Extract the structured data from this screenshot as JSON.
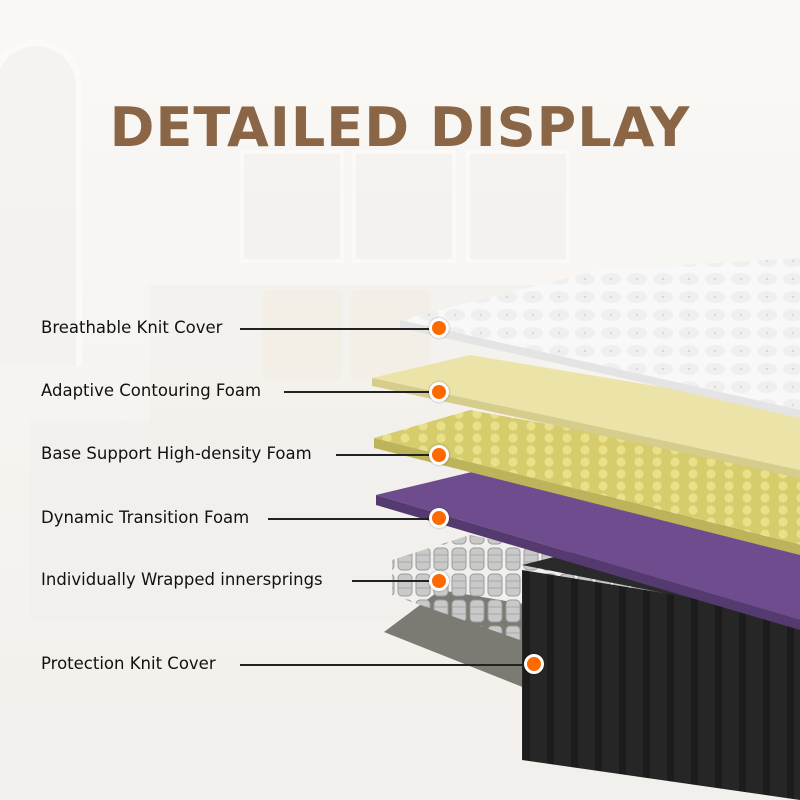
{
  "title": "DETAILED DISPLAY",
  "colors": {
    "title": "#8b6646",
    "marker": "#ff6a00",
    "knit_cover": "#f7f7f7",
    "contouring_foam": "#e9dfa2",
    "high_density_foam": "#d8cf72",
    "transition_foam": "#6e4c8e",
    "base": "#1e1e1e",
    "bottom_cover": "#7a7a72"
  },
  "layers": [
    {
      "label": "Breathable Knit Cover",
      "icon": "orange-dot-marker"
    },
    {
      "label": "Adaptive Contouring Foam",
      "icon": "orange-dot-marker"
    },
    {
      "label": "Base Support High-density Foam",
      "icon": "orange-dot-marker"
    },
    {
      "label": "Dynamic Transition Foam",
      "icon": "orange-dot-marker"
    },
    {
      "label": "Individually Wrapped innersprings",
      "icon": "orange-dot-marker"
    },
    {
      "label": "Protection Knit Cover",
      "icon": "orange-dot-marker"
    }
  ]
}
